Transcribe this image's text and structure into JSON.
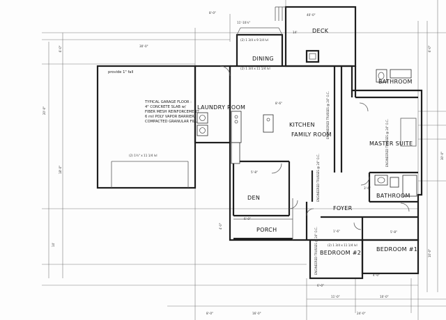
{
  "rooms": {
    "deck": "DECK",
    "dining": "DINING",
    "laundry": "LAUNDRY ROOM",
    "kitchen": "KITCHEN",
    "family": "FAMILY ROOM",
    "bathroom_top": "BATHROOM",
    "master": "MASTER SUITE",
    "bathroom_mid": "BATHROOM",
    "den": "DEN",
    "foyer": "FOYER",
    "porch": "PORCH",
    "bedroom1": "BEDROOM #1",
    "bedroom2": "BEDROOM #2"
  },
  "notes": {
    "provide_fall": "provide 1\" fall",
    "garage_line1": "TYPICAL GARAGE FLOOR :",
    "garage_line2": "4\" CONCRETE SLAB w/",
    "garage_line3": "FIBER MESH REINFORCEMENT",
    "garage_line4": "6 mil POLY VAPOR BARRIER",
    "garage_line5": "COMPACTED GRANULAR FILL",
    "header_garage": "(2) 1¾\" x 11 1/4 lvl",
    "header_dining": "(2) 1 3/4 x 9 1/4 lvl",
    "header_dining2": "(2) 1 3/4 x 11 1/4 lvl",
    "header_bedroom": "(2) 1 3/4 x 11 1/4 lvl",
    "truss_label": "ENGINEERED TRUSSES @ 24\" O.C."
  },
  "dims": {
    "d_8_0": "8'-0\"",
    "d_40_0": "40'-0\"",
    "d_30_0": "30'-0\"",
    "d_14": "14'",
    "d_11_10": "11'-10½\"",
    "d_16_0": "16'-0\"",
    "d_24_0": "24'-0\"",
    "d_11_0": "11'-0\"",
    "d_18_0": "18'-0\"",
    "d_6_0": "6'-0\"",
    "d_4_0": "4'-0\"",
    "d_20_0": "20'-0\"",
    "d_10_0": "10'-0\"",
    "d_5_8": "5'-8\"",
    "d_3_6": "3'-6\"",
    "d_1_6": "1'-6\"",
    "d_8_6": "8'-6\""
  }
}
